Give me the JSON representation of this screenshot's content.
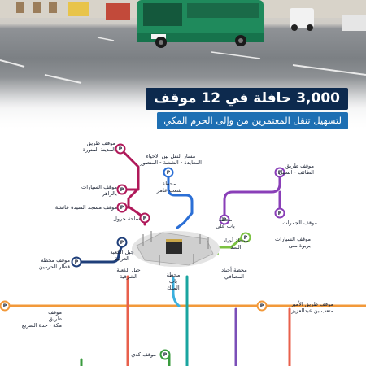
{
  "header": {
    "headline": "3,000 حافلة في 12 موقف",
    "subheadline": "لتسهيل تنقل المعتمرين من وإلى الحرم المكي"
  },
  "stops": {
    "madinah_road": [
      "موقف طريق",
      "المدينة المنورة"
    ],
    "zahir": [
      "موقف السيارات",
      "بالزاهر"
    ],
    "sayyida_aisha": [
      "موقف مسجد السيدة عائشة"
    ],
    "jarwal": [
      "ساحة جرول"
    ],
    "shaab_amer": [
      "مسار النقل بين الاحياء",
      "المعابدة - الششة - المنصور"
    ],
    "shaab_amer_station": [
      "محطة",
      "شعب عامر"
    ],
    "taif_road": [
      "موقف طريق",
      "الطائف - السيل"
    ],
    "jamarat": [
      "موقف الجمرات"
    ],
    "bab_ali": [
      "محطة",
      "باب علي"
    ],
    "ajyad_sadd": [
      "محطة أجياد",
      "السد"
    ],
    "muna_tower": [
      "موقف السيارات",
      "بربوة منى"
    ],
    "kaaba_mountain": [
      "جبل الكعبة",
      "العربية"
    ],
    "haramain_train": [
      "موقف محطة",
      "قطار الحرمين"
    ],
    "kaaba_east": [
      "جبل الكعبة",
      "الشرقية"
    ],
    "bab_malik": [
      "محطة",
      "باب",
      "الملك"
    ],
    "ajyad_masafi": [
      "محطة أجياد",
      "المصافي"
    ],
    "makkah_jeddah": [
      "موقف",
      "طريق",
      "مكة - جدة السريع"
    ],
    "prince_mitab": [
      "موقف طريق الأمير",
      "متعب بن عبدالعزيز"
    ],
    "kudai": [
      "موقف كدي"
    ]
  },
  "icons": {
    "parking_marker_letter": "P",
    "stop_marker": "parking-pin-icon",
    "mosque": "grand-mosque-icon"
  },
  "colors": {
    "headline_bg": "#0d2a4e",
    "subheadline_bg": "#1d6fb3",
    "crimson_line": "#b0195a",
    "blue_line": "#2b6fd6",
    "purple_line": "#8a3fb8",
    "green_line": "#7cc242",
    "navy_line": "#1f3f7a",
    "orange_line": "#f2993a",
    "red_line": "#e8604c",
    "teal_line": "#1aa5a0",
    "bottom_green_line": "#3a9b3e",
    "bottom_purple_line": "#7b4fb8"
  }
}
